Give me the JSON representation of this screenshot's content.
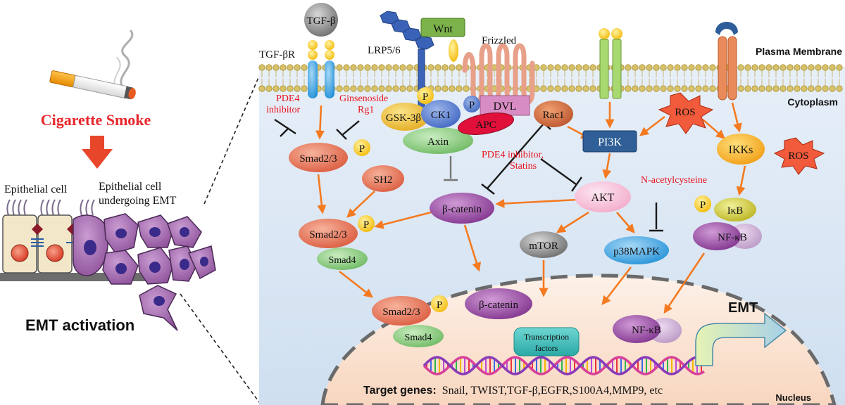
{
  "left_panel": {
    "smoke_label": "Cigarette Smoke",
    "epithelial_label": "Epithelial cell",
    "emt_cell_label_line1": "Epithelial cell",
    "emt_cell_label_line2": "undergoing EMT",
    "activation_label": "EMT activation"
  },
  "regions": {
    "membrane": "Plasma Membrane",
    "cytoplasm": "Cytoplasm",
    "nucleus": "Nucleus"
  },
  "receptors": {
    "tgfb": "TGF-β",
    "tgfbr": "TGF-βR",
    "lrp": "LRP5/6",
    "wnt": "Wnt",
    "frizzled": "Frizzled"
  },
  "nodes": {
    "p": "P",
    "gsk": "GSK-3β",
    "ck1": "CK1",
    "dvl": "DVL",
    "apc": "APC",
    "axin": "Axin",
    "rac1": "Rac1",
    "pi3k": "PI3K",
    "ros": "ROS",
    "ikks": "IKKs",
    "smad23": "Smad2/3",
    "smad4": "Smad4",
    "sh2": "SH2",
    "bcatenin": "β-catenin",
    "akt": "AKT",
    "mtor": "mTOR",
    "p38": "p38MAPK",
    "ikb": "IκB",
    "nfkb": "NF-κB",
    "tf_line1": "Transcription",
    "tf_line2": "factors",
    "emt": "EMT"
  },
  "inhibitors": {
    "pde4_line1": "PDE4",
    "pde4_line2": "inhibitor",
    "gins_line1": "Ginsenoside",
    "gins_line2": "Rg1",
    "pde4_statins_line1": "PDE4 inhibitor,",
    "pde4_statins_line2": "Statins",
    "nac": "N-acetylcysteine"
  },
  "target_genes": {
    "label": "Target genes:",
    "list": "Snail, TWIST,TGF-β,EGFR,S100A4,MMP9, etc"
  },
  "colors": {
    "arrow": "#f47a20",
    "inhibitor_text": "#e8141e",
    "smoke_text": "#e8262b",
    "cytoplasm_fill": "#dce8f5",
    "nucleus_fill": "#fbe3d2",
    "smad_fill": "#e67a5e",
    "smad4_fill": "#93d08a",
    "ros_fill": "#f15a3a",
    "purple_fill": "#9d4fa8",
    "pi3k_fill": "#2f5f96"
  }
}
